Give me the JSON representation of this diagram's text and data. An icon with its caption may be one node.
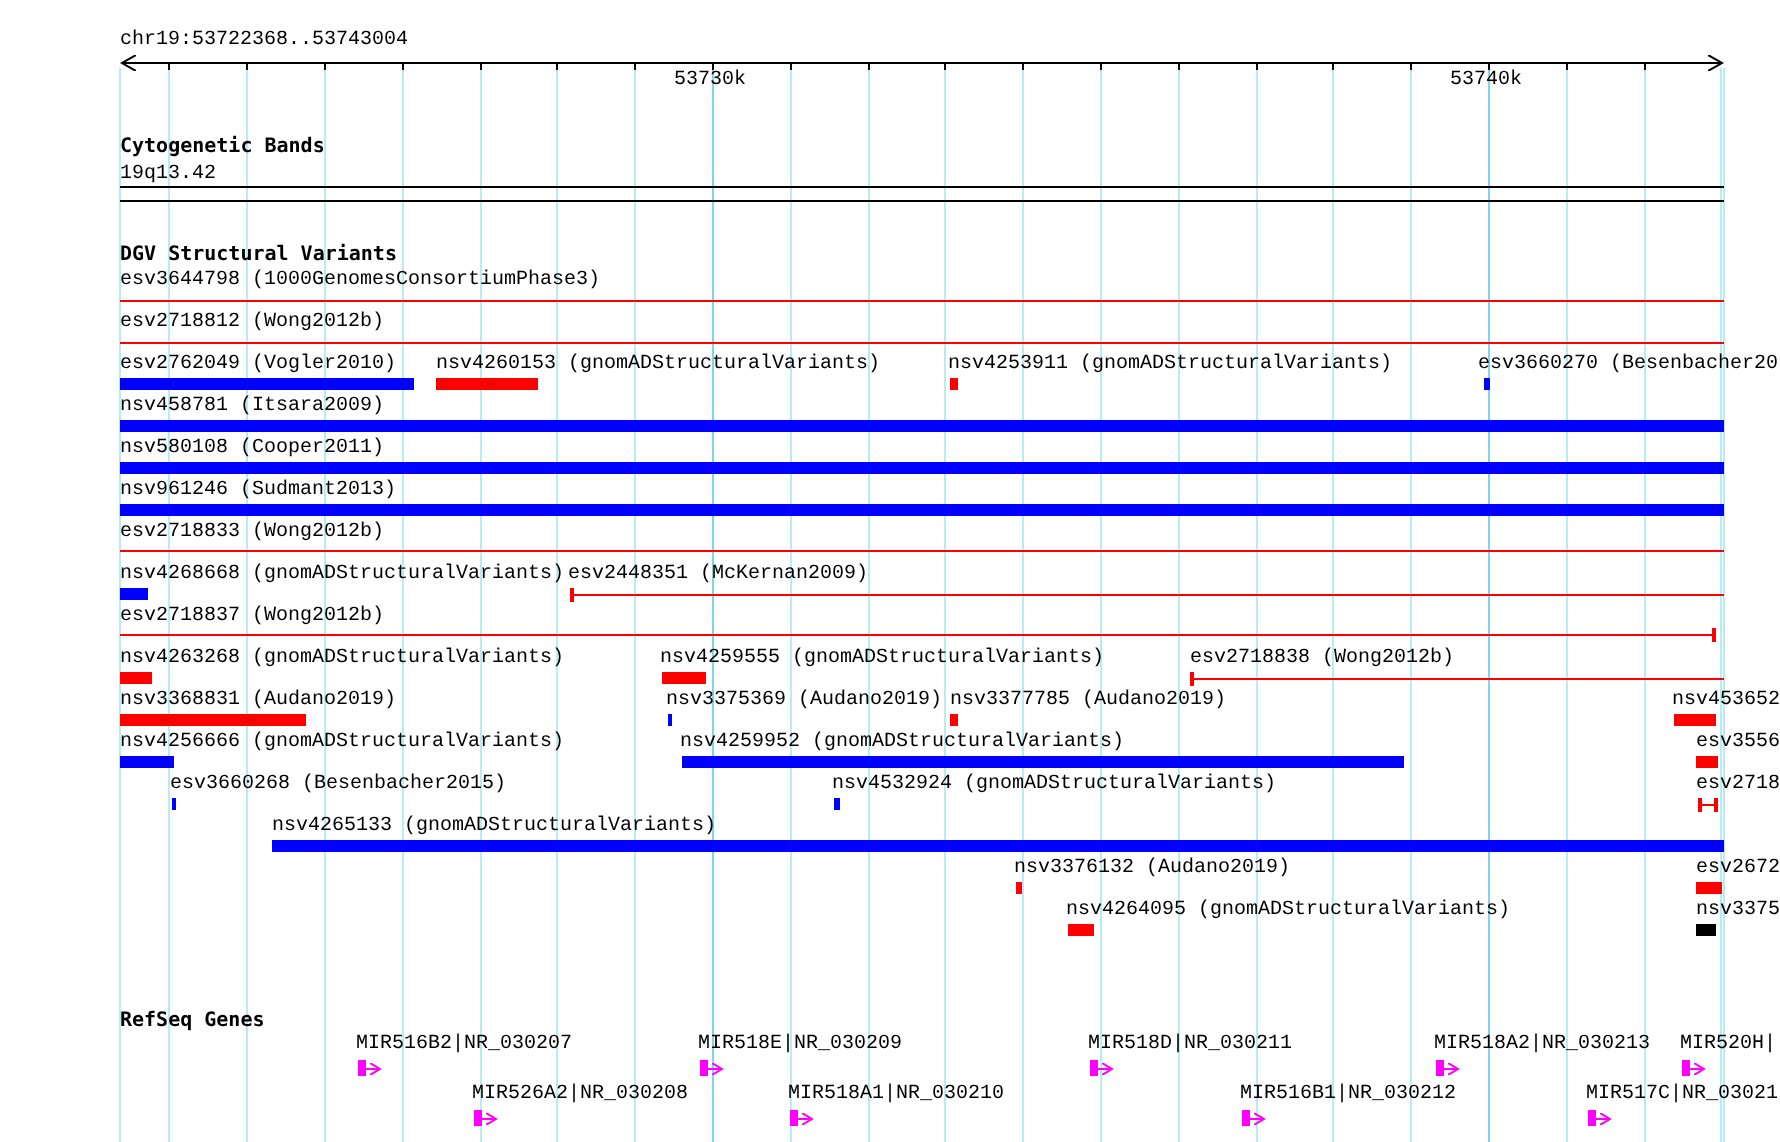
{
  "diagram": {
    "labels": [
      "chr19:53722368..53743004",
      "53730k",
      "53740k",
      "Cytogenetic Bands",
      "19q13.42",
      "DGV Structural Variants",
      "esv3644798 (1000GenomesConsortiumPhase3)",
      "esv2718812 (Wong2012b)",
      "esv2762049 (Vogler2010)",
      "nsv4260153 (gnomADStructuralVariants)",
      "nsv4253911 (gnomADStructuralVariants)",
      "esv3660270 (Besenbacher20",
      "nsv458781 (Itsara2009)",
      "nsv580108 (Cooper2011)",
      "nsv961246 (Sudmant2013)",
      "esv2718833 (Wong2012b)",
      "nsv4268668 (gnomADStructuralVariants)",
      "esv2448351 (McKernan2009)",
      "esv2718837 (Wong2012b)",
      "nsv4263268 (gnomADStructuralVariants)",
      "nsv4259555 (gnomADStructuralVariants)",
      "esv2718838 (Wong2012b)",
      "nsv3368831 (Audano2019)",
      "nsv3375369 (Audano2019)",
      "nsv3377785 (Audano2019)",
      "nsv453652",
      "nsv4256666 (gnomADStructuralVariants)",
      "nsv4259952 (gnomADStructuralVariants)",
      "esv3556",
      "esv3660268 (Besenbacher2015)",
      "nsv4532924 (gnomADStructuralVariants)",
      "esv2718",
      "nsv4265133 (gnomADStructuralVariants)",
      "nsv3376132 (Audano2019)",
      "esv2672",
      "nsv4264095 (gnomADStructuralVariants)",
      "nsv3375",
      "RefSeq Genes",
      "MIR516B2|NR_030207",
      "MIR518E|NR_030209",
      "MIR518D|NR_030211",
      "MIR518A2|NR_030213",
      "MIR520H|",
      "MIR526A2|NR_030208",
      "MIR518A1|NR_030210",
      "MIR516B1|NR_030212",
      "MIR517C|NR_03021"
    ]
  }
}
